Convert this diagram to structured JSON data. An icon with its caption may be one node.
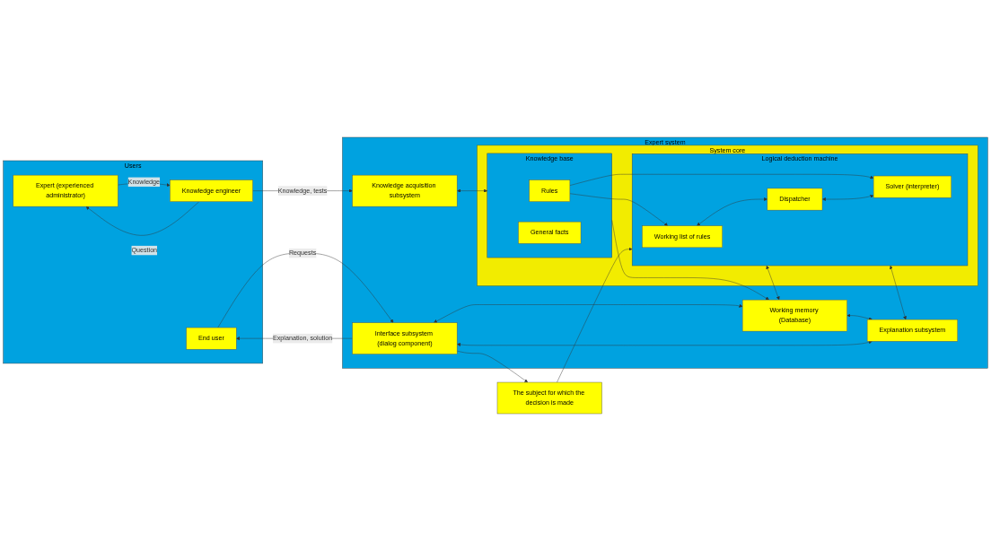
{
  "diagram": {
    "nodes": [
      {
        "text": [
          "Users"
        ]
      },
      {
        "text": [
          "Expert (experienced administrator)"
        ],
        "in": 0
      },
      {
        "text": [
          "Knowledge engineer"
        ],
        "in": 0
      },
      {
        "text": [
          "End user"
        ],
        "in": 0
      },
      {
        "text": [
          "Expert system"
        ]
      },
      {
        "text": [
          "Knowledge acquisition subsystem"
        ],
        "in": 4
      },
      {
        "text": [
          "Interface subsystem (dialog component)"
        ],
        "in": 4
      },
      {
        "text": [
          "Working memory (Database)"
        ],
        "in": 4
      },
      {
        "text": [
          "Explanation subsystem"
        ],
        "in": 4
      },
      {
        "text": [
          "System core"
        ],
        "in": 4
      },
      {
        "text": [
          "Knowledge base"
        ],
        "in": 9
      },
      {
        "text": [
          "Rules"
        ],
        "in": 10
      },
      {
        "text": [
          "General facts"
        ],
        "in": 10
      },
      {
        "text": [
          "Logical deduction machine"
        ],
        "in": 9
      },
      {
        "text": [
          "Working list of rules"
        ],
        "in": 13
      },
      {
        "text": [
          "Dispatcher"
        ],
        "in": 13
      },
      {
        "text": [
          "Solver (interpreter)"
        ],
        "in": 13
      },
      {
        "text": [
          "The subject for which the decision is made"
        ]
      }
    ],
    "edges": [
      {
        "from": 2,
        "to": 1,
        "arrow": "to",
        "label": "Question"
      },
      {
        "from": 1,
        "to": 2,
        "arrow": "to",
        "label": "Knowledge"
      },
      {
        "from": 2,
        "to": 5,
        "arrow": "to",
        "label": "Knowledge, tests"
      },
      {
        "from": 3,
        "to": 6,
        "arrow": "to",
        "label": "Requests"
      },
      {
        "from": 6,
        "to": 3,
        "arrow": "to",
        "label": "Explanation, solution"
      },
      {
        "from": 5,
        "to": 10,
        "arrow": "both"
      },
      {
        "from": 10,
        "to": 7,
        "arrow": "to"
      },
      {
        "from": 11,
        "to": 14,
        "arrow": "to"
      },
      {
        "from": 11,
        "to": 16,
        "arrow": "to"
      },
      {
        "from": 14,
        "to": 15,
        "arrow": "both"
      },
      {
        "from": 15,
        "to": 16,
        "arrow": "both"
      },
      {
        "from": 6,
        "to": 7,
        "arrow": "both"
      },
      {
        "from": 13,
        "to": 7,
        "arrow": "both"
      },
      {
        "from": 7,
        "to": 8,
        "arrow": "both"
      },
      {
        "from": 6,
        "to": 8,
        "arrow": "both"
      },
      {
        "from": 13,
        "to": 8,
        "arrow": "both"
      },
      {
        "from": 17,
        "to": 13,
        "arrow": "to"
      },
      {
        "from": 6,
        "to": 17,
        "arrow": "to"
      }
    ]
  }
}
